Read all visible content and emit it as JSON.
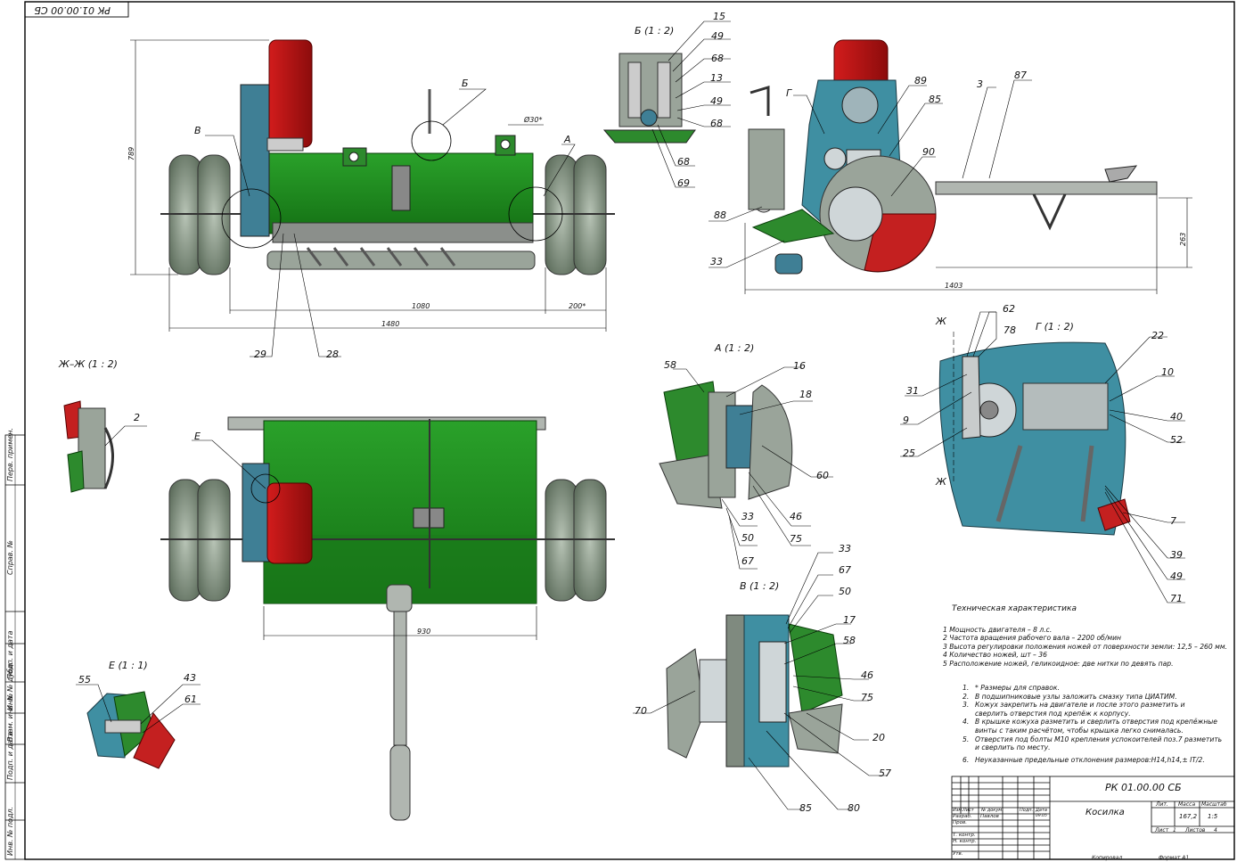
{
  "sheet": {
    "corner_code": "РК 01.00.00 СБ",
    "side_stamps": [
      "Перв. примен.",
      "Справ. №",
      "Подп. и дата",
      "Инв. № дубл.",
      "Взам. инв. №",
      "Подп. и дата",
      "Инв. № подл."
    ],
    "views": {
      "b": "Б (1 : 2)",
      "zh": "Ж–Ж (1 : 2)",
      "a": "А (1 : 2)",
      "g": "Г (1 : 2)",
      "v": "В (1 : 2)",
      "e": "Е (1 : 1)"
    },
    "cuts": {
      "zh_top": "Ж",
      "zh_bottom": "Ж"
    },
    "callout_letters": {
      "b": "Б",
      "v": "В",
      "a": "А",
      "g": "Г",
      "e": "Е",
      "three": "3"
    },
    "dimensions": {
      "d789": "789",
      "d1080": "1080",
      "d200": "200*",
      "d1480": "1480",
      "d30": "Ø30*",
      "d263": "263",
      "d1403": "1403",
      "d930": "930"
    },
    "callouts": {
      "c15": "15",
      "c49a": "49",
      "c68a": "68",
      "c13": "13",
      "c49b": "49",
      "c68b": "68",
      "c68c": "68",
      "c69": "69",
      "c89": "89",
      "c85a": "85",
      "c87": "87",
      "c90": "90",
      "c88": "88",
      "c33a": "33",
      "c29": "29",
      "c28": "28",
      "c2": "2",
      "c58a": "58",
      "c16": "16",
      "c18": "18",
      "c60": "60",
      "c33b": "33",
      "c50a": "50",
      "c67a": "67",
      "c46a": "46",
      "c75a": "75",
      "c62": "62",
      "c78": "78",
      "c22": "22",
      "c10": "10",
      "c31": "31",
      "c9": "9",
      "c40": "40",
      "c52": "52",
      "c25": "25",
      "c7": "7",
      "c39": "39",
      "c49c": "49",
      "c71": "71",
      "c33c": "33",
      "c67b": "67",
      "c50b": "50",
      "c17": "17",
      "c58b": "58",
      "c46b": "46",
      "c75b": "75",
      "c70": "70",
      "c20": "20",
      "c57": "57",
      "c85b": "85",
      "c80": "80",
      "c55": "55",
      "c43": "43",
      "c61": "61"
    }
  },
  "specs": {
    "title": "Техническая характеристика",
    "items": [
      "1 Мощность двигателя  – 8 л.с.",
      "2 Частота вращения рабочего вала – 2200 об/мин",
      "3 Высота регулировки положения ножей от  поверхности земли:  12,5 – 260 мм.",
      "4 Количество ножей, шт – 36",
      "5 Расположение ножей, геликоидное: две нитки по девять пар."
    ]
  },
  "notes": {
    "items": [
      {
        "n": "1.",
        "lines": [
          "* Размеры для справок."
        ]
      },
      {
        "n": "2.",
        "lines": [
          "В подшипниковые узлы заложить смазку типа ЦИАТИМ."
        ]
      },
      {
        "n": "3.",
        "lines": [
          "Кожух закрепить на двигателе и после этого разметить и",
          "сверлить отверстия под крепёж к корпусу."
        ]
      },
      {
        "n": "4.",
        "lines": [
          "В крышке кожуха разметить и сверлить отверстия под крепёжные",
          "винты с таким расчётом, чтобы крышка легко снималась."
        ]
      },
      {
        "n": "5.",
        "lines": [
          "Отверстия под болты М10 крепления успокоителей поз.7 разметить",
          "и сверлить по месту."
        ]
      },
      {
        "n": "6.",
        "lines": [
          "Неуказанные предельные отклонения размеров:H14,h14,± IT/2."
        ]
      }
    ]
  },
  "title_block": {
    "designation": "РК 01.00.00 СБ",
    "name": "Косилка",
    "col_lit": "Лит.",
    "col_mass": "Масса",
    "col_scale": "Масштаб",
    "mass": "167,2",
    "scale": "1:5",
    "sheet_label": "Лист",
    "sheet_no": "1",
    "sheets_label": "Листов",
    "sheets": "4",
    "hdr": [
      "Изм.",
      "Лист",
      "№ докум.",
      "Подп.",
      "Дата"
    ],
    "roles": [
      "Разраб.",
      "Пров.",
      "Т. контр.",
      "Н. контр.",
      "Утв."
    ],
    "developer": "Павлов",
    "date": "09.05",
    "copied": "Копировал",
    "format": "Формат   А1"
  }
}
